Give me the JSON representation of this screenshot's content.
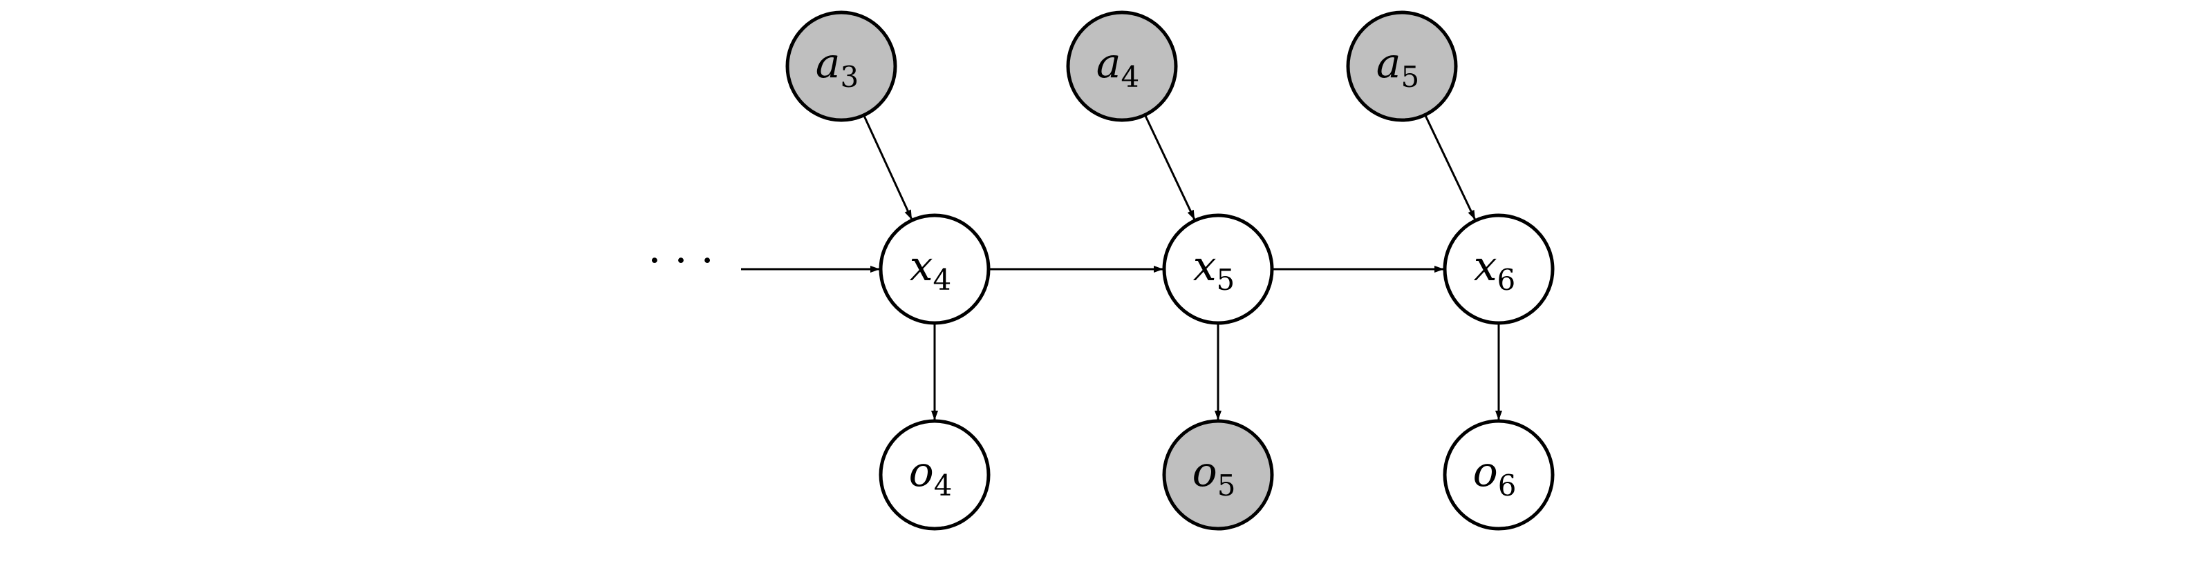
{
  "colors": {
    "observed_fill": "#bfbfbf",
    "latent_fill": "#ffffff",
    "stroke": "#000000"
  },
  "ellipsis": "· · ·",
  "nodes": [
    {
      "id": "a3",
      "symbol": "a",
      "subscript": "3",
      "observed": true
    },
    {
      "id": "a4",
      "symbol": "a",
      "subscript": "4",
      "observed": true
    },
    {
      "id": "a5",
      "symbol": "a",
      "subscript": "5",
      "observed": true
    },
    {
      "id": "x4",
      "symbol": "x",
      "subscript": "4",
      "observed": false
    },
    {
      "id": "x5",
      "symbol": "x",
      "subscript": "5",
      "observed": false
    },
    {
      "id": "x6",
      "symbol": "x",
      "subscript": "6",
      "observed": false
    },
    {
      "id": "o4",
      "symbol": "o",
      "subscript": "4",
      "observed": false
    },
    {
      "id": "o5",
      "symbol": "o",
      "subscript": "5",
      "observed": true
    },
    {
      "id": "o6",
      "symbol": "o",
      "subscript": "6",
      "observed": false
    }
  ],
  "edges": [
    {
      "from": "ellipsis",
      "to": "x4"
    },
    {
      "from": "x4",
      "to": "x5"
    },
    {
      "from": "x5",
      "to": "x6"
    },
    {
      "from": "a3",
      "to": "x4"
    },
    {
      "from": "a4",
      "to": "x5"
    },
    {
      "from": "a5",
      "to": "x6"
    },
    {
      "from": "x4",
      "to": "o4"
    },
    {
      "from": "x5",
      "to": "o5"
    },
    {
      "from": "x6",
      "to": "o6"
    }
  ]
}
